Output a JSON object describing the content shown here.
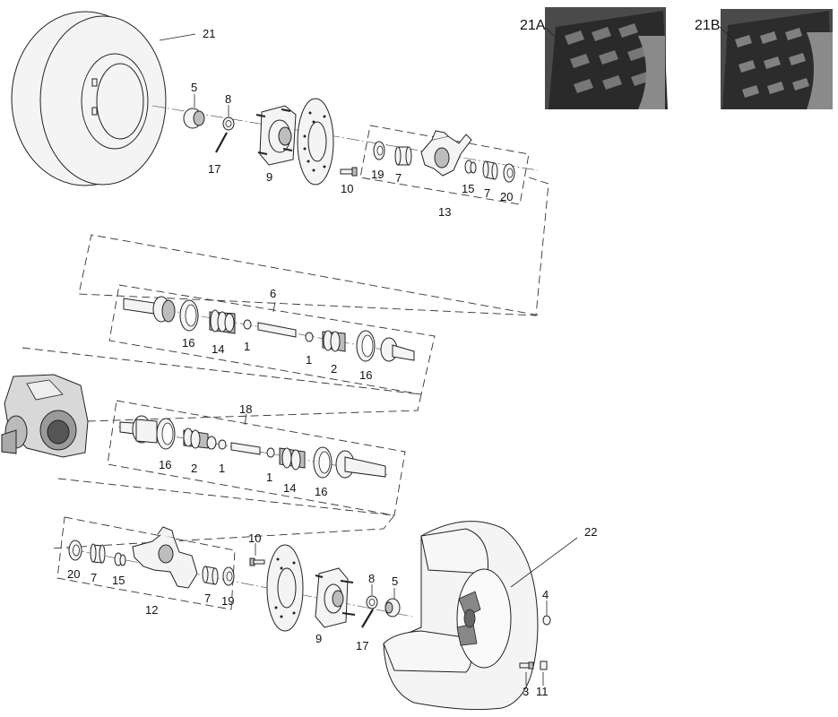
{
  "labels": {
    "l21": "21",
    "l21a": "21A",
    "l21b": "21B",
    "l5a": "5",
    "l8a": "8",
    "l17a": "17",
    "l9a": "9",
    "l10a": "10",
    "l19a": "19",
    "l7a": "7",
    "l15a": "15",
    "l7b": "7",
    "l20a": "20",
    "l13": "13",
    "l6": "6",
    "l16a": "16",
    "l14a": "14",
    "l1a": "1",
    "l1b": "1",
    "l2a": "2",
    "l16b": "16",
    "l18": "18",
    "l16c": "16",
    "l2b": "2",
    "l1c": "1",
    "l1d": "1",
    "l14b": "14",
    "l16d": "16",
    "l10b": "10",
    "l20b": "20",
    "l7c": "7",
    "l15b": "15",
    "l12": "12",
    "l7d": "7",
    "l19b": "19",
    "l8b": "8",
    "l5b": "5",
    "l9b": "9",
    "l17b": "17",
    "l22": "22",
    "l4": "4",
    "l3": "3",
    "l11": "11"
  },
  "icons": [
    "tire-icon",
    "tread-photo-icon",
    "axle-shaft-icon",
    "differential-icon",
    "brake-disc-icon",
    "hub-icon",
    "knuckle-icon",
    "wheel-rim-icon"
  ]
}
